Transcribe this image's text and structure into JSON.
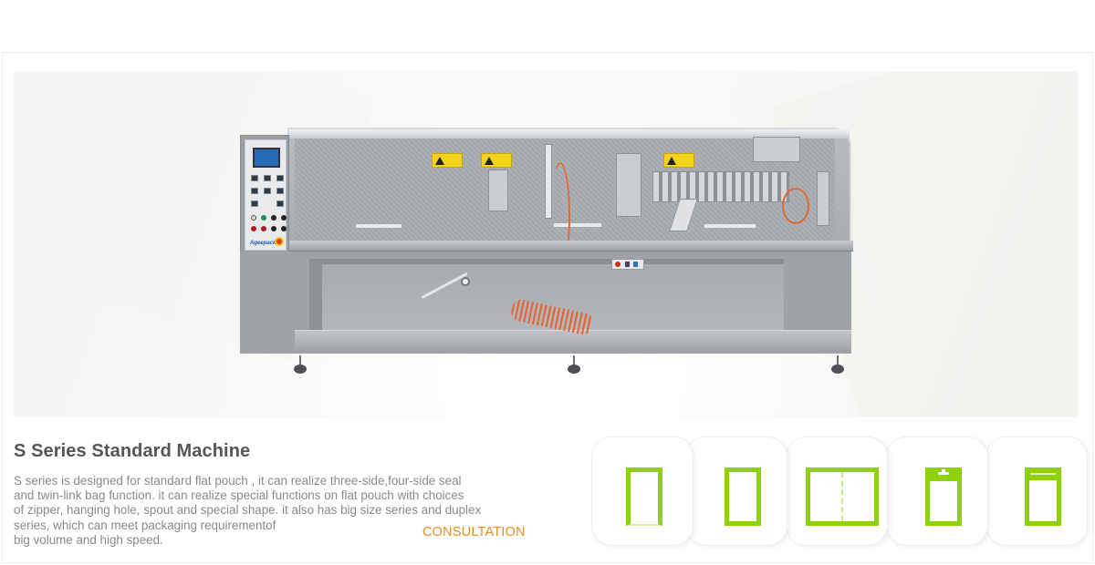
{
  "product": {
    "title": "S Series Standard Machine",
    "description_lines": [
      "S series is designed for standard flat pouch , it can realize three-side,four-side seal",
      "and twin-link bag function. it can realize special functions on flat pouch with choices",
      "of zipper, hanging hole, spout and special shape. it also has big size series and duplex",
      "series, which can meet packaging requirementof",
      "big volume and high speed."
    ],
    "cta_label": "CONSULTATION",
    "image_alt": "S series horizontal pouch packaging machine",
    "machine_brand_label": "Ageepack"
  },
  "pouch_types": [
    {
      "name": "three-side-seal-pouch-icon"
    },
    {
      "name": "four-side-seal-pouch-icon"
    },
    {
      "name": "twin-link-pouch-icon"
    },
    {
      "name": "hanging-hole-pouch-icon"
    },
    {
      "name": "zipper-pouch-icon"
    }
  ],
  "colors": {
    "accent_green": "#8fd10d",
    "cta_orange": "#e5891c",
    "title_text": "#555555",
    "body_text": "#8a8a8a"
  }
}
